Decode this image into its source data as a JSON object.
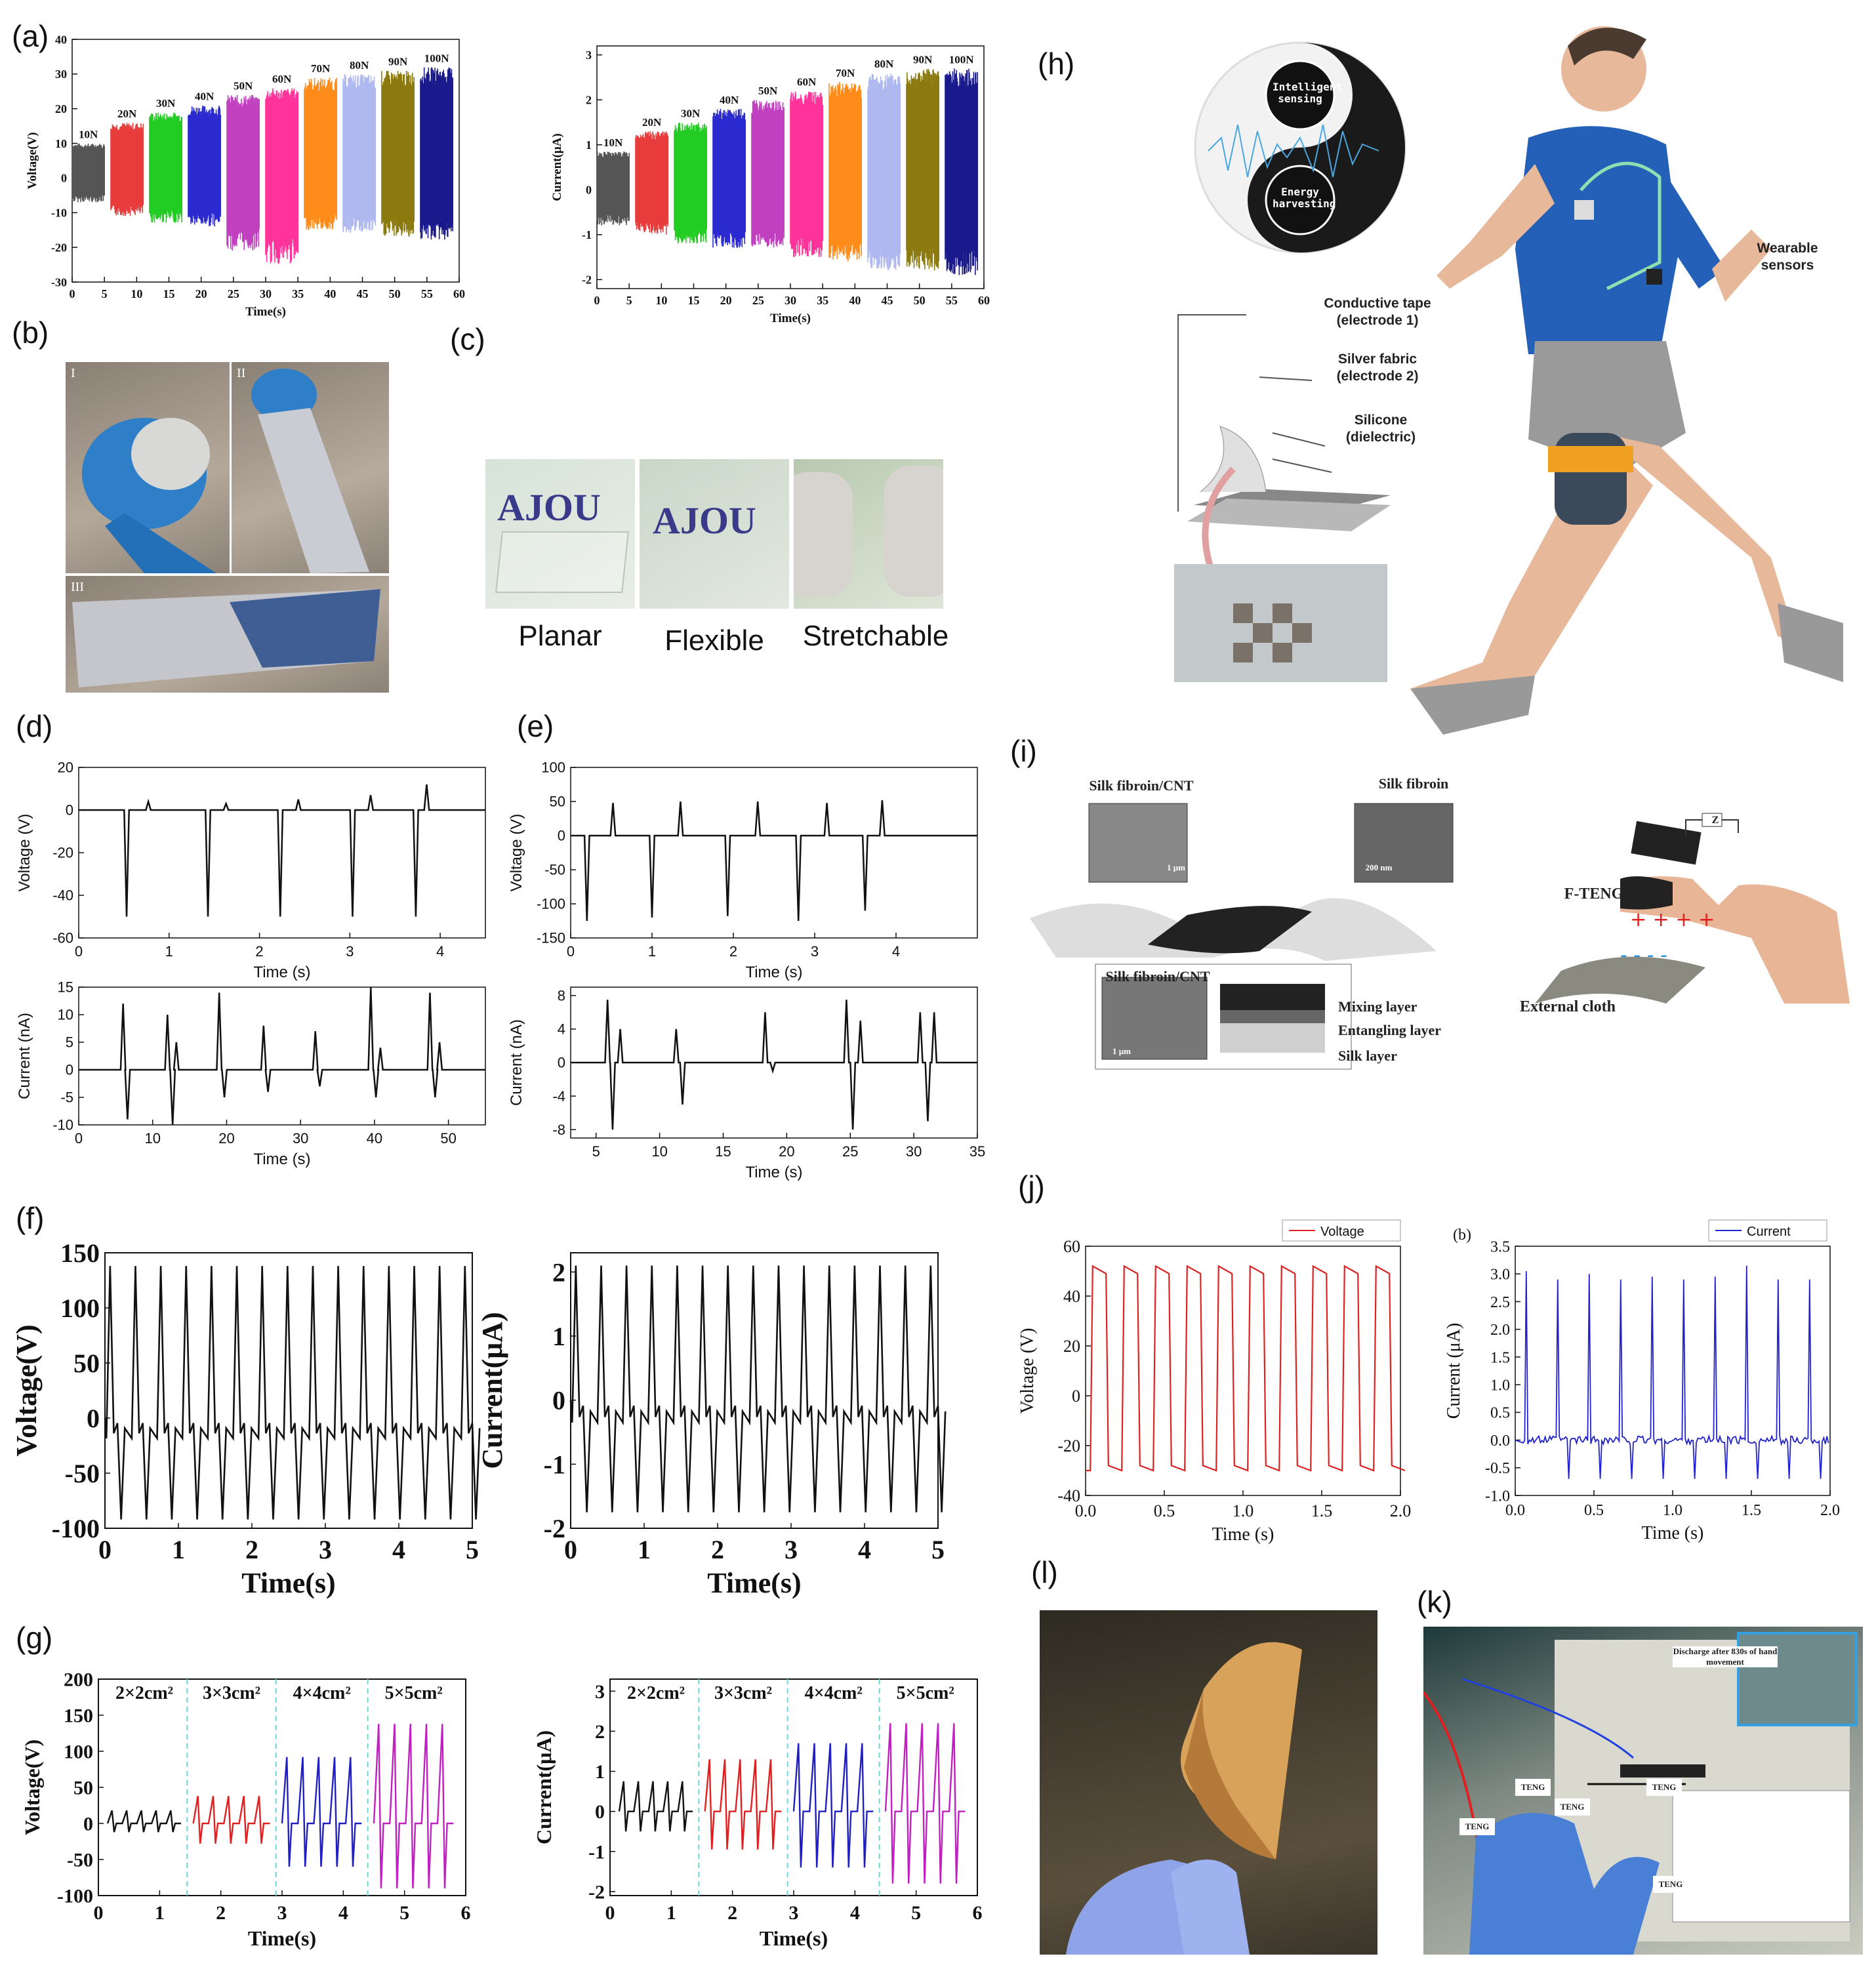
{
  "panels": {
    "a": "(a)",
    "b": "(b)",
    "c": "(c)",
    "d": "(d)",
    "e": "(e)",
    "f": "(f)",
    "g": "(g)",
    "h": "(h)",
    "i": "(i)",
    "j": "(j)",
    "k": "(k)",
    "l": "(l)"
  },
  "panel_b": {
    "sub1": "I",
    "sub2": "II",
    "sub3": "III"
  },
  "panel_c": {
    "captions": [
      "Planar",
      "Flexible",
      "Stretchable"
    ],
    "sample_text": "AJOU"
  },
  "panel_h": {
    "yin_text": "Intelligent sensing",
    "yang_text": "Energy harvesting",
    "layer1": "Conductive tape (electrode 1)",
    "layer2": "Silver fabric (electrode 2)",
    "layer3": "Silicone (dielectric)",
    "wearable": "Wearable sensors"
  },
  "panel_i": {
    "sem1": "Silk fibroin/CNT",
    "sem2": "Silk fibroin",
    "sem3": "Silk fibroin/CNT",
    "scale1": "1 μm",
    "scale2": "200 nm",
    "scale3": "1 μm",
    "layer_mix": "Mixing layer",
    "layer_ent": "Entangling layer",
    "layer_silk": "Silk layer",
    "fteng": "F-TENG",
    "cloth": "External cloth",
    "z": "Z"
  },
  "panel_k": {
    "note": "Discharge after 830s of hand movement",
    "teng": "TENG"
  },
  "colors": {
    "force10": "#555555",
    "force20": "#e83c3c",
    "force30": "#22cc22",
    "force40": "#2a2ad0",
    "force50": "#c040c0",
    "force60": "#ff3399",
    "force70": "#ff8c1a",
    "force80": "#b0b8f0",
    "force90": "#8a7a10",
    "force100": "#1a1a8c"
  },
  "chart_data": [
    {
      "id": "a1",
      "type": "line",
      "ylabel": "Voltage(V)",
      "xlabel": "Time(s)",
      "xlim": [
        0,
        60
      ],
      "ylim": [
        -30,
        40
      ],
      "xticks": [
        "0",
        "5",
        "10",
        "15",
        "20",
        "25",
        "30",
        "35",
        "40",
        "45",
        "50",
        "55",
        "60"
      ],
      "yticks": [
        "40",
        "30",
        "20",
        "10",
        "0",
        "-10",
        "-20",
        "-30"
      ],
      "series": [
        {
          "name": "10N",
          "x_range": [
            0,
            5
          ],
          "max": 10,
          "min": -7
        },
        {
          "name": "20N",
          "x_range": [
            6,
            11
          ],
          "max": 16,
          "min": -11
        },
        {
          "name": "30N",
          "x_range": [
            12,
            17
          ],
          "max": 19,
          "min": -13
        },
        {
          "name": "40N",
          "x_range": [
            18,
            23
          ],
          "max": 21,
          "min": -14
        },
        {
          "name": "50N",
          "x_range": [
            24,
            29
          ],
          "max": 24,
          "min": -21
        },
        {
          "name": "60N",
          "x_range": [
            30,
            35
          ],
          "max": 26,
          "min": -25
        },
        {
          "name": "70N",
          "x_range": [
            36,
            41
          ],
          "max": 29,
          "min": -15
        },
        {
          "name": "80N",
          "x_range": [
            42,
            47
          ],
          "max": 30,
          "min": -16
        },
        {
          "name": "90N",
          "x_range": [
            48,
            53
          ],
          "max": 31,
          "min": -17
        },
        {
          "name": "100N",
          "x_range": [
            54,
            59
          ],
          "max": 32,
          "min": -18
        }
      ]
    },
    {
      "id": "a2",
      "type": "line",
      "ylabel": "Current(μA)",
      "xlabel": "Time(s)",
      "xlim": [
        0,
        60
      ],
      "ylim": [
        -2.2,
        3.2
      ],
      "xticks": [
        "0",
        "5",
        "10",
        "15",
        "20",
        "25",
        "30",
        "35",
        "40",
        "45",
        "50",
        "55",
        "60"
      ],
      "yticks": [
        "3",
        "2",
        "1",
        "0",
        "-1",
        "-2"
      ],
      "series": [
        {
          "name": "10N",
          "x_range": [
            0,
            5
          ],
          "max": 0.85,
          "min": -0.8
        },
        {
          "name": "20N",
          "x_range": [
            6,
            11
          ],
          "max": 1.3,
          "min": -1.0
        },
        {
          "name": "30N",
          "x_range": [
            12,
            17
          ],
          "max": 1.5,
          "min": -1.2
        },
        {
          "name": "40N",
          "x_range": [
            18,
            23
          ],
          "max": 1.8,
          "min": -1.3
        },
        {
          "name": "50N",
          "x_range": [
            24,
            29
          ],
          "max": 2.0,
          "min": -1.3
        },
        {
          "name": "60N",
          "x_range": [
            30,
            35
          ],
          "max": 2.2,
          "min": -1.5
        },
        {
          "name": "70N",
          "x_range": [
            36,
            41
          ],
          "max": 2.4,
          "min": -1.6
        },
        {
          "name": "80N",
          "x_range": [
            42,
            47
          ],
          "max": 2.6,
          "min": -1.8
        },
        {
          "name": "90N",
          "x_range": [
            48,
            53
          ],
          "max": 2.7,
          "min": -1.8
        },
        {
          "name": "100N",
          "x_range": [
            54,
            59
          ],
          "max": 2.7,
          "min": -1.9
        }
      ]
    },
    {
      "id": "d1",
      "type": "line",
      "ylabel": "Voltage (V)",
      "xlabel": "Time (s)",
      "xlim": [
        0,
        4.5
      ],
      "ylim": [
        -60,
        20
      ],
      "xticks": [
        "0",
        "1",
        "2",
        "3",
        "4"
      ],
      "yticks": [
        "20",
        "0",
        "-20",
        "-40",
        "-60"
      ],
      "spikes": [
        {
          "x": 0.53,
          "y": -50
        },
        {
          "x": 0.77,
          "y": 4
        },
        {
          "x": 1.43,
          "y": -50
        },
        {
          "x": 1.63,
          "y": 3
        },
        {
          "x": 2.23,
          "y": -50
        },
        {
          "x": 2.43,
          "y": 5
        },
        {
          "x": 3.03,
          "y": -50
        },
        {
          "x": 3.23,
          "y": 7
        },
        {
          "x": 3.73,
          "y": -50
        },
        {
          "x": 3.85,
          "y": 12
        }
      ]
    },
    {
      "id": "d2",
      "type": "line",
      "ylabel": "Current (nA)",
      "xlabel": "Time (s)",
      "xlim": [
        0,
        55
      ],
      "ylim": [
        -10,
        15
      ],
      "xticks": [
        "0",
        "10",
        "20",
        "30",
        "40",
        "50"
      ],
      "yticks": [
        "15",
        "10",
        "5",
        "0",
        "-5",
        "-10"
      ],
      "spikes": [
        {
          "x": 6,
          "y": 12
        },
        {
          "x": 6.6,
          "y": -9
        },
        {
          "x": 12,
          "y": 10
        },
        {
          "x": 12.7,
          "y": -10
        },
        {
          "x": 13.2,
          "y": 5
        },
        {
          "x": 19,
          "y": 14
        },
        {
          "x": 19.7,
          "y": -5
        },
        {
          "x": 25,
          "y": 8
        },
        {
          "x": 25.6,
          "y": -4
        },
        {
          "x": 32,
          "y": 7
        },
        {
          "x": 32.6,
          "y": -3
        },
        {
          "x": 39.5,
          "y": 15
        },
        {
          "x": 40.2,
          "y": -5
        },
        {
          "x": 40.8,
          "y": 4
        },
        {
          "x": 47.5,
          "y": 14
        },
        {
          "x": 48.2,
          "y": -5
        },
        {
          "x": 48.8,
          "y": 5
        }
      ]
    },
    {
      "id": "e1",
      "type": "line",
      "ylabel": "Voltage (V)",
      "xlabel": "Time (s)",
      "xlim": [
        0,
        5
      ],
      "ylim": [
        -150,
        100
      ],
      "xticks": [
        "0",
        "1",
        "2",
        "3",
        "4"
      ],
      "yticks": [
        "100",
        "50",
        "0",
        "-50",
        "-100",
        "-150"
      ],
      "spikes": [
        {
          "x": 0.2,
          "y": -125
        },
        {
          "x": 0.52,
          "y": 48
        },
        {
          "x": 1.0,
          "y": -120
        },
        {
          "x": 1.35,
          "y": 50
        },
        {
          "x": 1.93,
          "y": -118
        },
        {
          "x": 2.3,
          "y": 50
        },
        {
          "x": 2.8,
          "y": -125
        },
        {
          "x": 3.15,
          "y": 48
        },
        {
          "x": 3.62,
          "y": -110
        },
        {
          "x": 3.83,
          "y": 52
        }
      ]
    },
    {
      "id": "e2",
      "type": "line",
      "ylabel": "Current (nA)",
      "xlabel": "Time (s)",
      "xlim": [
        3,
        35
      ],
      "ylim": [
        -9,
        9
      ],
      "xticks": [
        "5",
        "10",
        "15",
        "20",
        "25",
        "30",
        "35"
      ],
      "yticks": [
        "8",
        "4",
        "0",
        "-4",
        "-8"
      ],
      "spikes": [
        {
          "x": 5.9,
          "y": 7.5
        },
        {
          "x": 6.3,
          "y": -8
        },
        {
          "x": 6.9,
          "y": 4
        },
        {
          "x": 11.3,
          "y": 4
        },
        {
          "x": 11.8,
          "y": -5
        },
        {
          "x": 18.3,
          "y": 6
        },
        {
          "x": 18.9,
          "y": -1
        },
        {
          "x": 24.7,
          "y": 7.5
        },
        {
          "x": 25.2,
          "y": -8
        },
        {
          "x": 25.8,
          "y": 5
        },
        {
          "x": 30.5,
          "y": 6
        },
        {
          "x": 31.1,
          "y": -7
        },
        {
          "x": 31.6,
          "y": 6
        }
      ]
    },
    {
      "id": "f1",
      "type": "line",
      "ylabel": "Voltage(V)",
      "xlabel": "Time(s)",
      "xlim": [
        0,
        5
      ],
      "ylim": [
        -100,
        150
      ],
      "xticks": [
        "0",
        "1",
        "2",
        "3",
        "4",
        "5"
      ],
      "yticks": [
        "150",
        "100",
        "50",
        "0",
        "-50",
        "-100"
      ],
      "period": 0.345,
      "peak": 138,
      "trough": -92
    },
    {
      "id": "f2",
      "type": "line",
      "ylabel": "Current(μA)",
      "xlabel": "Time(s)",
      "xlim": [
        0,
        5
      ],
      "ylim": [
        -2,
        2.3
      ],
      "xticks": [
        "0",
        "1",
        "2",
        "3",
        "4",
        "5"
      ],
      "yticks": [
        "2",
        "1",
        "0",
        "-1",
        "-2"
      ],
      "period": 0.345,
      "peak": 2.1,
      "trough": -1.75
    },
    {
      "id": "g1",
      "type": "line",
      "ylabel": "Voltage(V)",
      "xlabel": "Time(s)",
      "xlim": [
        0,
        6
      ],
      "ylim": [
        -100,
        200
      ],
      "xticks": [
        "0",
        "1",
        "2",
        "3",
        "4",
        "5",
        "6"
      ],
      "yticks": [
        "200",
        "150",
        "100",
        "50",
        "0",
        "-50",
        "-100"
      ],
      "groups": [
        {
          "name": "2×2cm²",
          "start": 0.15,
          "end": 1.35,
          "peak": 18,
          "trough": -12,
          "color": "#111111"
        },
        {
          "name": "3×3cm²",
          "start": 1.55,
          "end": 2.8,
          "peak": 38,
          "trough": -28,
          "color": "#e02020"
        },
        {
          "name": "4×4cm²",
          "start": 3.0,
          "end": 4.3,
          "peak": 92,
          "trough": -60,
          "color": "#2020c0"
        },
        {
          "name": "5×5cm²",
          "start": 4.5,
          "end": 5.8,
          "peak": 138,
          "trough": -90,
          "color": "#c020c0"
        }
      ]
    },
    {
      "id": "g2",
      "type": "line",
      "ylabel": "Current(μA)",
      "xlabel": "Time(s)",
      "xlim": [
        0,
        6
      ],
      "ylim": [
        -2.1,
        3.3
      ],
      "xticks": [
        "0",
        "1",
        "2",
        "3",
        "4",
        "5",
        "6"
      ],
      "yticks": [
        "3",
        "2",
        "1",
        "0",
        "-1",
        "-2"
      ],
      "groups": [
        {
          "name": "2×2cm²",
          "start": 0.15,
          "end": 1.35,
          "peak": 0.75,
          "trough": -0.5,
          "color": "#111111"
        },
        {
          "name": "3×3cm²",
          "start": 1.55,
          "end": 2.8,
          "peak": 1.3,
          "trough": -0.95,
          "color": "#e02020"
        },
        {
          "name": "4×4cm²",
          "start": 3.0,
          "end": 4.3,
          "peak": 1.7,
          "trough": -1.4,
          "color": "#2020c0"
        },
        {
          "name": "5×5cm²",
          "start": 4.5,
          "end": 5.8,
          "peak": 2.2,
          "trough": -1.8,
          "color": "#c020c0"
        }
      ]
    },
    {
      "id": "j1",
      "type": "line",
      "ylabel": "Voltage (V)",
      "xlabel": "Time (s)",
      "legend": "Voltage",
      "color": "#dd2222",
      "xlim": [
        0,
        2.0
      ],
      "ylim": [
        -40,
        60
      ],
      "xticks": [
        "0.0",
        "0.5",
        "1.0",
        "1.5",
        "2.0"
      ],
      "yticks": [
        "60",
        "40",
        "20",
        "0",
        "-20",
        "-40"
      ],
      "period": 0.2,
      "high": 52,
      "low": -30
    },
    {
      "id": "j2",
      "type": "line",
      "ylabel": "Current (μA)",
      "xlabel": "Time (s)",
      "legend": "Current",
      "sub": "(b)",
      "color": "#2222cc",
      "xlim": [
        0,
        2.0
      ],
      "ylim": [
        -1.0,
        3.5
      ],
      "xticks": [
        "0.0",
        "0.5",
        "1.0",
        "1.5",
        "2.0"
      ],
      "yticks": [
        "3.5",
        "3.0",
        "2.5",
        "2.0",
        "1.5",
        "1.0",
        "0.5",
        "0.0",
        "-0.5",
        "-1.0"
      ],
      "period": 0.2,
      "peaks": [
        3.05,
        2.9,
        3.0,
        2.9,
        2.95,
        2.9,
        2.95,
        3.15,
        2.9,
        2.9
      ],
      "trough": -0.7
    }
  ]
}
